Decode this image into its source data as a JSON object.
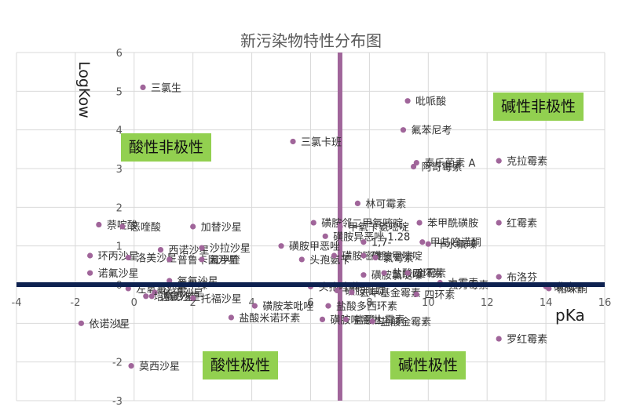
{
  "chart_data": {
    "type": "scatter",
    "title": "新污染物特性分布图",
    "xlabel": "pKa",
    "ylabel": "LogKow",
    "xlim": [
      -4,
      16
    ],
    "ylim": [
      -3,
      6
    ],
    "x_ticks": [
      "-4",
      "-2",
      "0",
      "2",
      "4",
      "6",
      "8",
      "10",
      "12",
      "14",
      "16"
    ],
    "y_ticks": [
      "-3",
      "-2",
      "-1",
      "0",
      "1",
      "2",
      "3",
      "4",
      "5",
      "6"
    ],
    "grid": true,
    "divider_x": 7.0,
    "divider_y": 0.0,
    "marker_color": "#a0659a",
    "divider_x_color": "#a0659a",
    "divider_y_color": "#0d2150",
    "quadrants": [
      {
        "label": "酸性非极性",
        "position": "top-left"
      },
      {
        "label": "碱性非极性",
        "position": "top-right"
      },
      {
        "label": "酸性极性",
        "position": "bottom-left"
      },
      {
        "label": "碱性极性",
        "position": "bottom-right"
      }
    ],
    "points": [
      {
        "x": 0.3,
        "y": 5.1,
        "label": "三氯生"
      },
      {
        "x": 9.3,
        "y": 4.75,
        "label": "吡哌酸"
      },
      {
        "x": 9.15,
        "y": 4.0,
        "label": "氟苯尼考"
      },
      {
        "x": 12.4,
        "y": 3.2,
        "label": "克拉霉素"
      },
      {
        "x": 9.6,
        "y": 3.15,
        "label": "泰乐菌素 A"
      },
      {
        "x": 9.5,
        "y": 3.05,
        "label": "阿奇霉素"
      },
      {
        "x": 5.4,
        "y": 3.7,
        "label": "三氯卡班"
      },
      {
        "x": 7.6,
        "y": 2.1,
        "label": "林可霉素"
      },
      {
        "x": 6.1,
        "y": 1.6,
        "label": "磺胺邻二甲氧嘧啶,"
      },
      {
        "x": 9.7,
        "y": 1.6,
        "label": "苯甲酰磺胺"
      },
      {
        "x": 12.4,
        "y": 1.6,
        "label": "红霉素"
      },
      {
        "x": 7.0,
        "y": 1.5,
        "label": "甲氧苄氨嘧啶"
      },
      {
        "x": 6.5,
        "y": 1.25,
        "label": "磺胺异恶唑,1.28"
      },
      {
        "x": 7.8,
        "y": 1.1,
        "label": "1,7-"
      },
      {
        "x": 9.8,
        "y": 1.1,
        "label": "甲基喹诺酮"
      },
      {
        "x": 10.0,
        "y": 1.05,
        "label": "十水氟嗪"
      },
      {
        "x": -1.2,
        "y": 1.55,
        "label": "萘啶酸"
      },
      {
        "x": -0.4,
        "y": 1.5,
        "label": "恶喹酸"
      },
      {
        "x": 2.0,
        "y": 1.5,
        "label": "加替沙星"
      },
      {
        "x": 0.9,
        "y": 0.9,
        "label": "西诺沙星"
      },
      {
        "x": 2.3,
        "y": 0.95,
        "label": "沙拉沙星"
      },
      {
        "x": 5.0,
        "y": 1.0,
        "label": "磺胺甲恶唑"
      },
      {
        "x": -1.5,
        "y": 0.75,
        "label": "环丙沙星"
      },
      {
        "x": -0.2,
        "y": 0.7,
        "label": "洛美沙星"
      },
      {
        "x": 1.2,
        "y": 0.65,
        "label": "普鲁卡因沙星"
      },
      {
        "x": 2.3,
        "y": 0.65,
        "label": "氟甲喹"
      },
      {
        "x": 5.7,
        "y": 0.65,
        "label": "头孢氨苄"
      },
      {
        "x": 6.8,
        "y": 0.75,
        "label": "磺胺嘧啶"
      },
      {
        "x": 7.8,
        "y": 0.75,
        "label": "磺胺甲嘧啶"
      },
      {
        "x": 8.2,
        "y": 0.7,
        "label": "氯霉素"
      },
      {
        "x": -1.5,
        "y": 0.3,
        "label": "诺氟沙星"
      },
      {
        "x": 1.2,
        "y": 0.1,
        "label": "氧氟沙星"
      },
      {
        "x": 1.2,
        "y": 0.0,
        "label": "氧甲嗪"
      },
      {
        "x": 7.8,
        "y": 0.25,
        "label": "磺胺氯哒嗪"
      },
      {
        "x": 8.5,
        "y": 0.3,
        "label": "盐酸四环素"
      },
      {
        "x": 9.3,
        "y": 0.3,
        "label": "金霉素"
      },
      {
        "x": 10.4,
        "y": 0.05,
        "label": "土霉素"
      },
      {
        "x": 10.4,
        "y": 0.0,
        "label": "强力霉素"
      },
      {
        "x": 12.4,
        "y": 0.2,
        "label": "布洛芬"
      },
      {
        "x": 14.0,
        "y": -0.05,
        "label": "磺胺甲"
      },
      {
        "x": 14.1,
        "y": -0.1,
        "label": "帕珠酮"
      },
      {
        "x": -0.2,
        "y": -0.1,
        "label": "左氧氟沙星"
      },
      {
        "x": 0.7,
        "y": -0.2,
        "label": "依诺沙星"
      },
      {
        "x": 0.6,
        "y": -0.3,
        "label": "达氟沙星"
      },
      {
        "x": 0.4,
        "y": -0.3,
        "label": "培氟沙星"
      },
      {
        "x": 2.0,
        "y": -0.35,
        "label": "托福沙星"
      },
      {
        "x": 6.0,
        "y": -0.05,
        "label": "头孢唑啉"
      },
      {
        "x": 6.9,
        "y": -0.15,
        "label": "磺胺吡啶"
      },
      {
        "x": 7.4,
        "y": -0.2,
        "label": "去甲基金霉素"
      },
      {
        "x": 9.6,
        "y": -0.25,
        "label": "四环素"
      },
      {
        "x": 6.6,
        "y": -0.55,
        "label": "盐酸多西环素"
      },
      {
        "x": 4.1,
        "y": -0.55,
        "label": "磺胺苯吡唑"
      },
      {
        "x": 3.3,
        "y": -0.85,
        "label": "盐酸米诺环素"
      },
      {
        "x": 6.4,
        "y": -0.9,
        "label": "磺胺喹噁啉"
      },
      {
        "x": 7.2,
        "y": -0.9,
        "label": "盐酸土霉素"
      },
      {
        "x": 8.1,
        "y": -0.95,
        "label": "盐酸金霉素"
      },
      {
        "x": -1.8,
        "y": -1.0,
        "label": "依诺沙星"
      },
      {
        "x": 12.4,
        "y": -1.4,
        "label": "罗红霉素"
      },
      {
        "x": -0.1,
        "y": -2.1,
        "label": "莫西沙星"
      }
    ]
  }
}
